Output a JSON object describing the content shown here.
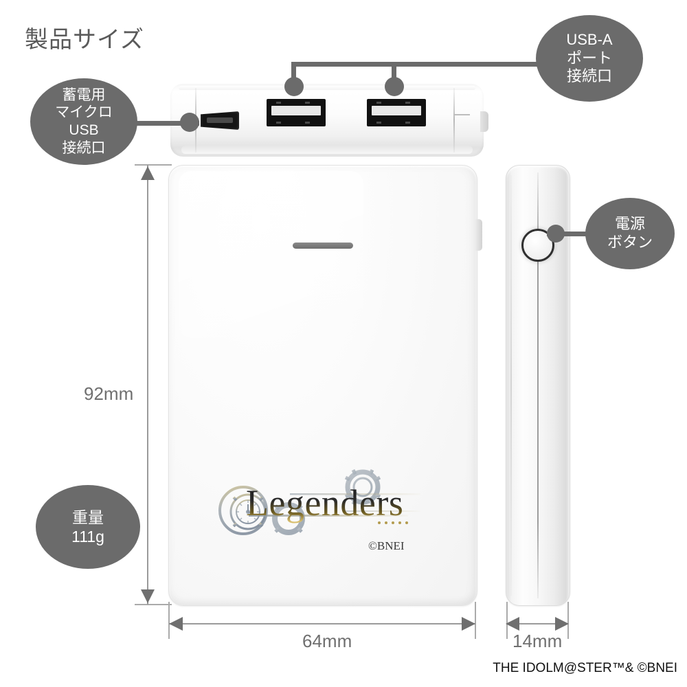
{
  "page": {
    "title": "製品サイズ",
    "footer_copyright": "THE IDOLM@STER™& ©BNEI"
  },
  "callouts": {
    "micro_usb": {
      "name": "micro-usb-charging-port",
      "lines": [
        "蓄電用",
        "マイクロ",
        "USB",
        "接続口"
      ]
    },
    "usb_a": {
      "name": "usb-a-output-port",
      "lines": [
        "USB-A",
        "ポート",
        "接続口"
      ]
    },
    "power_button": {
      "name": "power-button",
      "lines": [
        "電源",
        "ボタン"
      ]
    },
    "weight": {
      "name": "product-weight",
      "lines": [
        "重量",
        "111g"
      ]
    }
  },
  "dimensions": {
    "height": "92mm",
    "width": "64mm",
    "depth": "14mm"
  },
  "product": {
    "logo_text": "Legenders",
    "logo_copyright": "©BNEI"
  },
  "colors": {
    "callout_gray": "#6b6b6b",
    "title_gray": "#5a5a5a",
    "dimension_gray": "#6f6f6f",
    "device_white": "#fbfbfb",
    "port_black": "#111111",
    "logo_gold": "#d9c070"
  }
}
